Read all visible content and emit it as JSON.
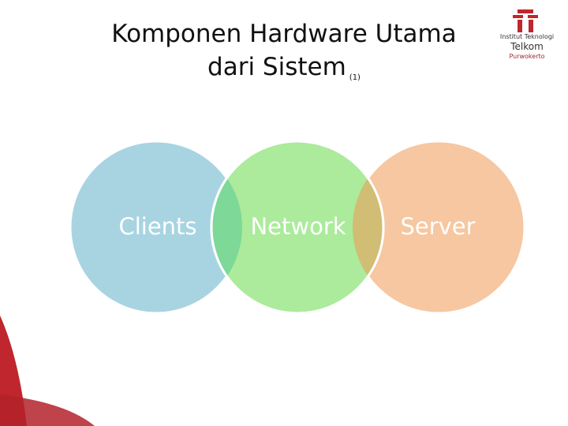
{
  "slide": {
    "title_line1": "Komponen Hardware Utama",
    "title_line2": "dari Sistem",
    "title_ref": "(1)"
  },
  "logo": {
    "line1": "Institut Teknologi",
    "line2": "Telkom",
    "line3": "Purwokerto"
  },
  "diagram": {
    "type": "venn",
    "circles": [
      {
        "label": "Clients",
        "color": "#a8d4e2"
      },
      {
        "label": "Network",
        "color": "#abeb9b"
      },
      {
        "label": "Server",
        "color": "#f6c7a0"
      }
    ],
    "overlap_colors": [
      "#7ed897",
      "#d1bd74"
    ]
  },
  "colors": {
    "accent_red": "#c0262d"
  }
}
